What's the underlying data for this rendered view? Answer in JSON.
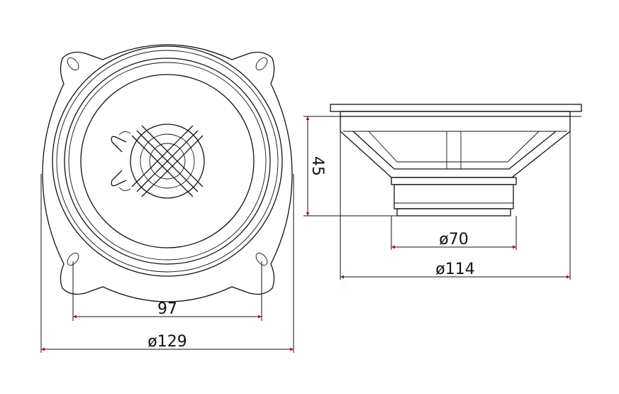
{
  "colors": {
    "line": "#111111",
    "arrow": "#9b1c1c",
    "background": "#ffffff"
  },
  "dimensions": {
    "hole_spacing": "97",
    "outer_diameter": "ø129",
    "cutout_diameter": "ø114",
    "magnet_diameter": "ø70",
    "mounting_depth": "45"
  }
}
